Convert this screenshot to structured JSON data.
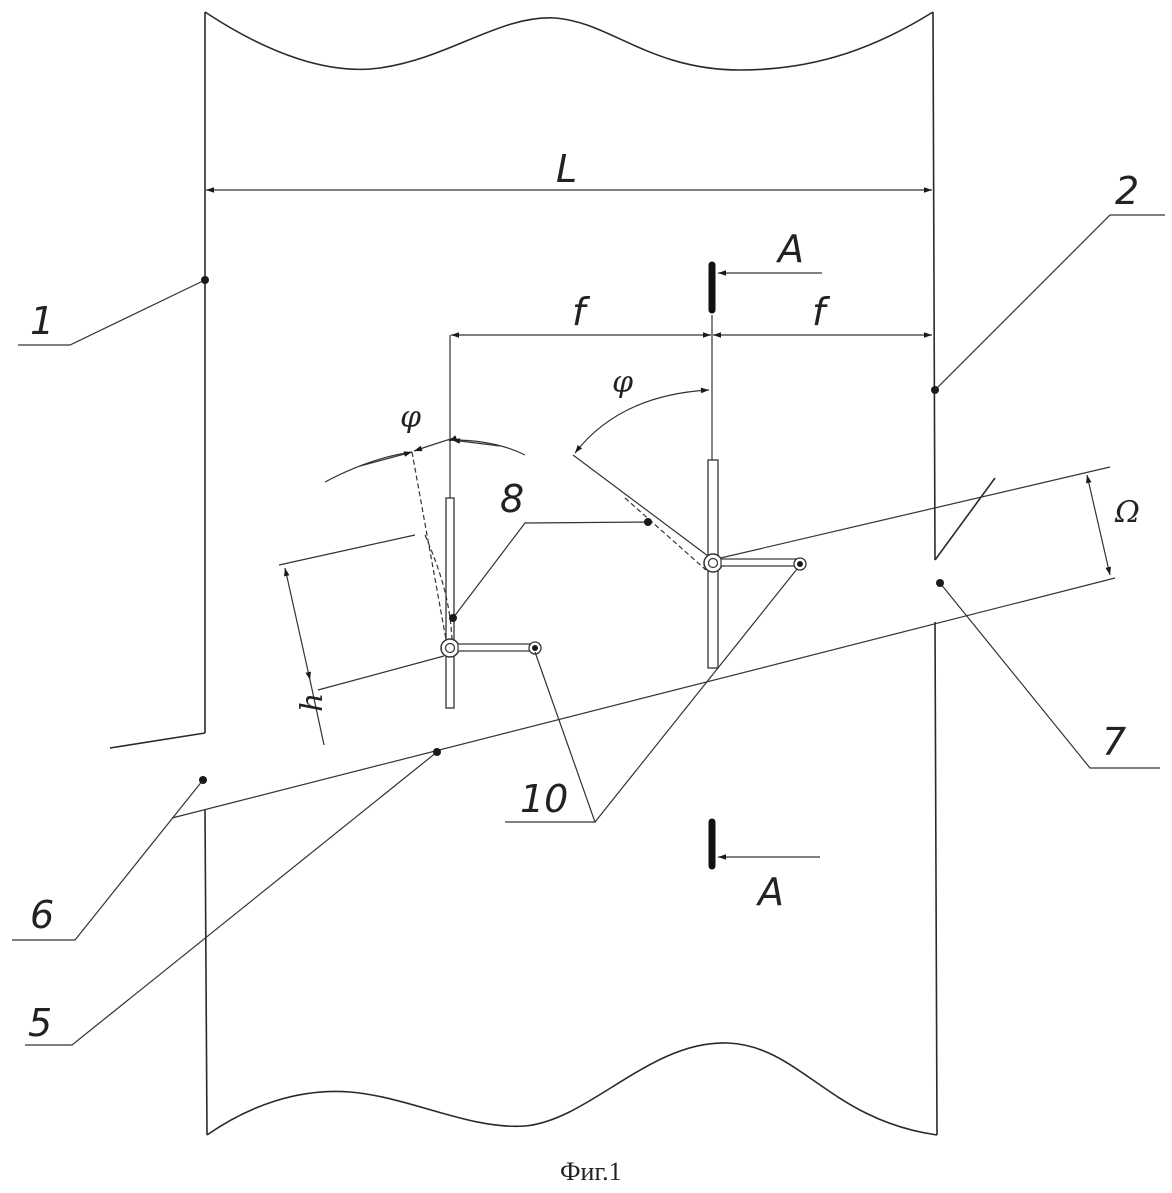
{
  "figure": {
    "caption": "Фиг.1",
    "dimensions": {
      "width_label": "L",
      "spacing_left_label": "f",
      "spacing_right_label": "f",
      "angle_left_label": "φ",
      "angle_right_label": "φ",
      "height_label": "h",
      "channel_label": "Ω"
    },
    "section": {
      "top_label": "A",
      "bottom_label": "A"
    },
    "callouts": {
      "c1": "1",
      "c2": "2",
      "c5": "5",
      "c6": "6",
      "c7": "7",
      "c8": "8",
      "c10": "10"
    },
    "colors": {
      "ink": "#222222",
      "paper": "#ffffff"
    }
  }
}
